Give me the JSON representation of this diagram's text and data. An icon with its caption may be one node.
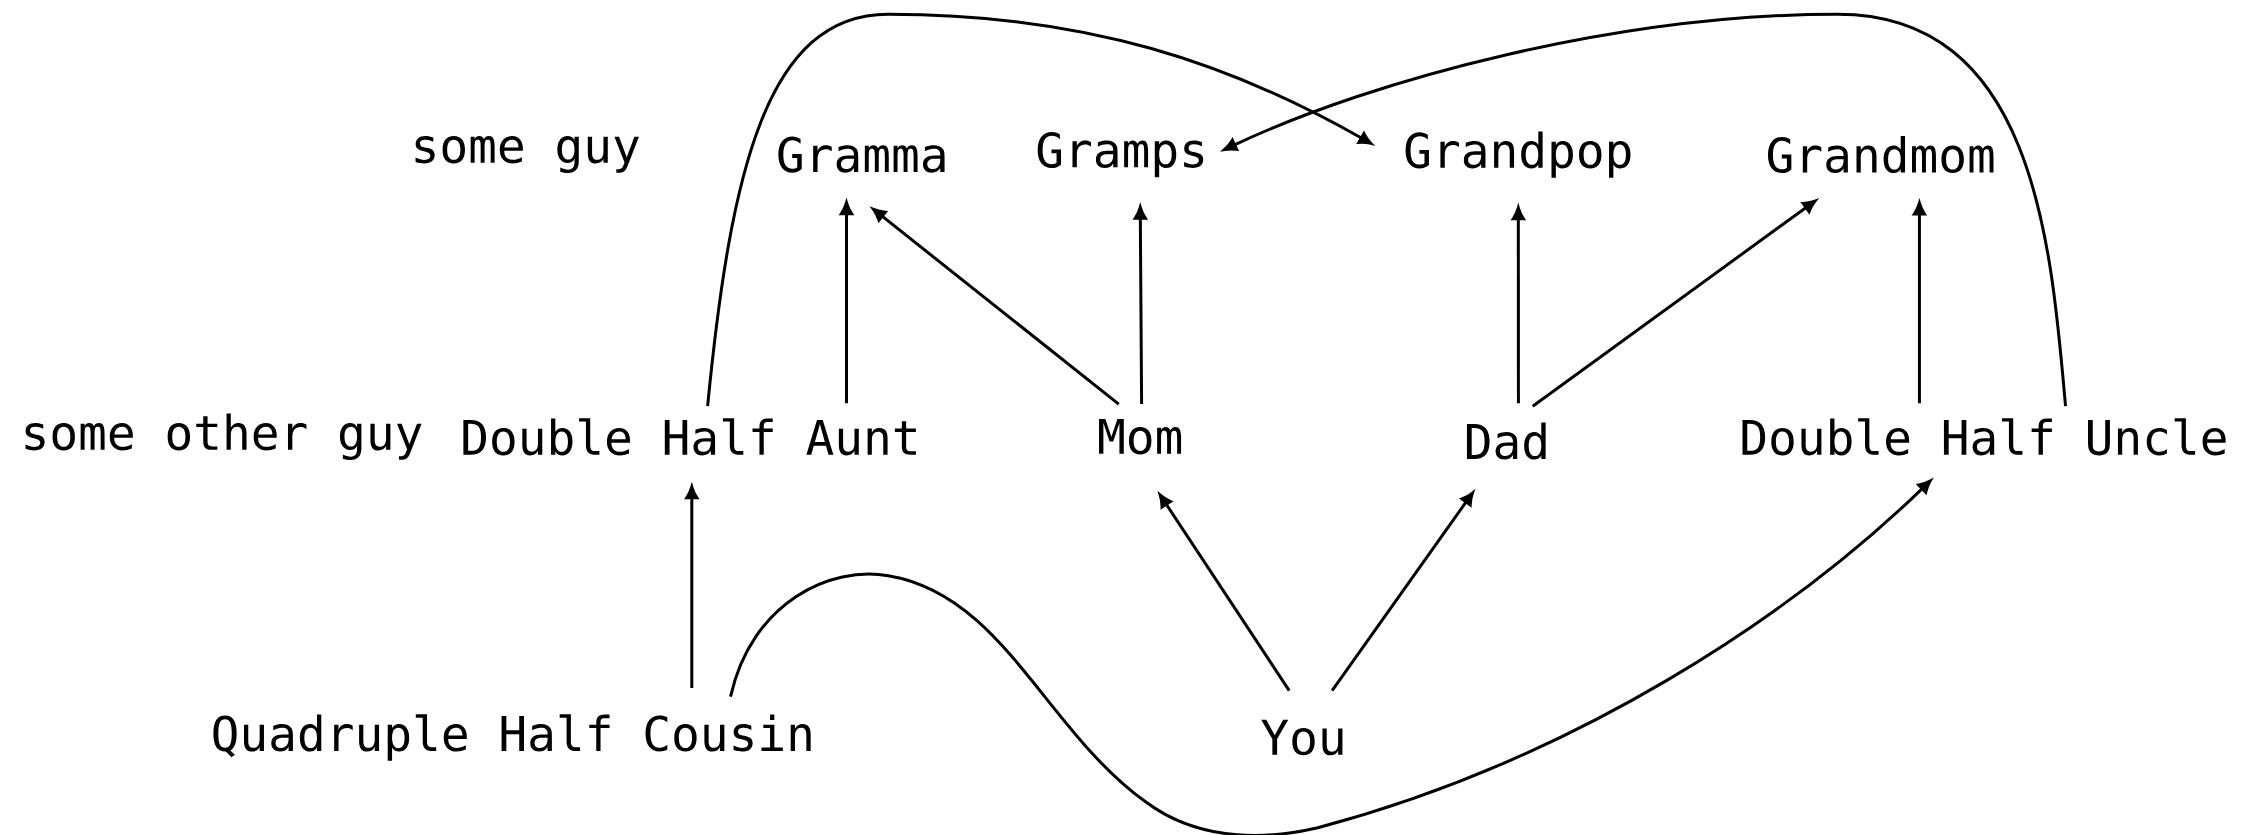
{
  "diagram": {
    "nodes": [
      {
        "text": [
          "some guy"
        ]
      },
      {
        "text": [
          "Gramma"
        ]
      },
      {
        "text": [
          "Gramps"
        ]
      },
      {
        "text": [
          "Grandpop"
        ]
      },
      {
        "text": [
          "Grandmom"
        ]
      },
      {
        "text": [
          "some other guy"
        ]
      },
      {
        "text": [
          "Double Half Aunt"
        ]
      },
      {
        "text": [
          "Mom"
        ]
      },
      {
        "text": [
          "Dad"
        ]
      },
      {
        "text": [
          "Double Half Uncle"
        ]
      },
      {
        "text": [
          "Quadruple Half Cousin"
        ]
      },
      {
        "text": [
          "You"
        ]
      }
    ],
    "edges": [
      {
        "from": 6,
        "to": 1,
        "arrow": "to"
      },
      {
        "from": 7,
        "to": 1,
        "arrow": "to"
      },
      {
        "from": 7,
        "to": 2,
        "arrow": "to"
      },
      {
        "from": 8,
        "to": 3,
        "arrow": "to"
      },
      {
        "from": 8,
        "to": 4,
        "arrow": "to"
      },
      {
        "from": 9,
        "to": 4,
        "arrow": "to"
      },
      {
        "from": 6,
        "to": 3,
        "arrow": "to"
      },
      {
        "from": 9,
        "to": 2,
        "arrow": "to"
      },
      {
        "from": 10,
        "to": 6,
        "arrow": "to"
      },
      {
        "from": 10,
        "to": 9,
        "arrow": "to"
      },
      {
        "from": 11,
        "to": 7,
        "arrow": "to"
      },
      {
        "from": 11,
        "to": 8,
        "arrow": "to"
      }
    ]
  }
}
